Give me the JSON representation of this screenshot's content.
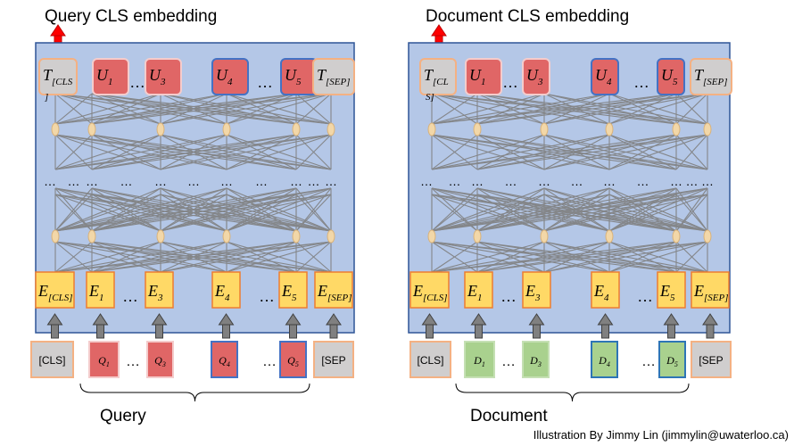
{
  "colors": {
    "panel_fill": "#b4c7e7",
    "panel_stroke": "#2f5597",
    "box_outline": "#f4b183",
    "gray_box": "#d0cece",
    "red_box": "#e06666",
    "red_box_light": "#f4cccc",
    "blue_outline": "#4472c4",
    "green_box": "#a9d18e",
    "teal_outline": "#2e75b6",
    "embed_box": "#ffd966",
    "embed_outline": "#ed7d31",
    "line_color": "#7f7f7f",
    "node_color": "#f2d7a8",
    "output_arrow": "#ff0000",
    "input_arrow": "#808080"
  },
  "panels": [
    {
      "id": "query",
      "title": "Query CLS embedding",
      "group_label": "Query",
      "outputs": [
        {
          "main": "T",
          "sub": "[CLS",
          "extra": "]",
          "style": "gray"
        },
        {
          "main": "U",
          "sub": "1",
          "style": "red"
        },
        {
          "main": "U",
          "sub": "3",
          "style": "red"
        },
        {
          "main": "U",
          "sub": "4",
          "style": "red-blue"
        },
        {
          "main": "U",
          "sub": "5",
          "style": "red-blue"
        },
        {
          "main": "T",
          "sub": "[SEP]",
          "style": "gray"
        }
      ],
      "embeddings": [
        {
          "main": "E",
          "sub": "[CLS]"
        },
        {
          "main": "E",
          "sub": "1"
        },
        {
          "main": "E",
          "sub": "3"
        },
        {
          "main": "E",
          "sub": "4"
        },
        {
          "main": "E",
          "sub": "5"
        },
        {
          "main": "E",
          "sub": "[SEP]"
        }
      ],
      "inputs": [
        {
          "text": "[CLS]",
          "italic": false,
          "sub": "",
          "style": "gray"
        },
        {
          "text": "Q",
          "italic": true,
          "sub": "1",
          "style": "red"
        },
        {
          "text": "Q",
          "italic": true,
          "sub": "3",
          "style": "red"
        },
        {
          "text": "Q",
          "italic": true,
          "sub": "4",
          "style": "red-blue"
        },
        {
          "text": "Q",
          "italic": true,
          "sub": "5",
          "style": "red-blue"
        },
        {
          "text": "[SEP",
          "italic": false,
          "sub": "",
          "style": "gray"
        }
      ]
    },
    {
      "id": "document",
      "title": "Document CLS embedding",
      "group_label": "Document",
      "outputs": [
        {
          "main": "T",
          "sub": "[CL",
          "extra": "S]",
          "style": "gray"
        },
        {
          "main": "U",
          "sub": "1",
          "style": "red"
        },
        {
          "main": "U",
          "sub": "3",
          "style": "red"
        },
        {
          "main": "U",
          "sub": "4",
          "style": "red-blue"
        },
        {
          "main": "U",
          "sub": "5",
          "style": "red-blue"
        },
        {
          "main": "T",
          "sub": "[SEP]",
          "style": "gray"
        }
      ],
      "embeddings": [
        {
          "main": "E",
          "sub": "[CLS]"
        },
        {
          "main": "E",
          "sub": "1"
        },
        {
          "main": "E",
          "sub": "3"
        },
        {
          "main": "E",
          "sub": "4"
        },
        {
          "main": "E",
          "sub": "5"
        },
        {
          "main": "E",
          "sub": "[SEP]"
        }
      ],
      "inputs": [
        {
          "text": "[CLS]",
          "italic": false,
          "sub": "",
          "style": "gray"
        },
        {
          "text": "D",
          "italic": true,
          "sub": "1",
          "style": "green"
        },
        {
          "text": "D",
          "italic": true,
          "sub": "3",
          "style": "green"
        },
        {
          "text": "D",
          "italic": true,
          "sub": "4",
          "style": "green-teal"
        },
        {
          "text": "D",
          "italic": true,
          "sub": "5",
          "style": "green-teal"
        },
        {
          "text": "[SEP",
          "italic": false,
          "sub": "",
          "style": "gray"
        }
      ]
    }
  ],
  "ellipsis": "…",
  "middle_ellipsis": "…",
  "credit": "Illustration By Jimmy Lin (jimmylin@uwaterloo.ca)"
}
